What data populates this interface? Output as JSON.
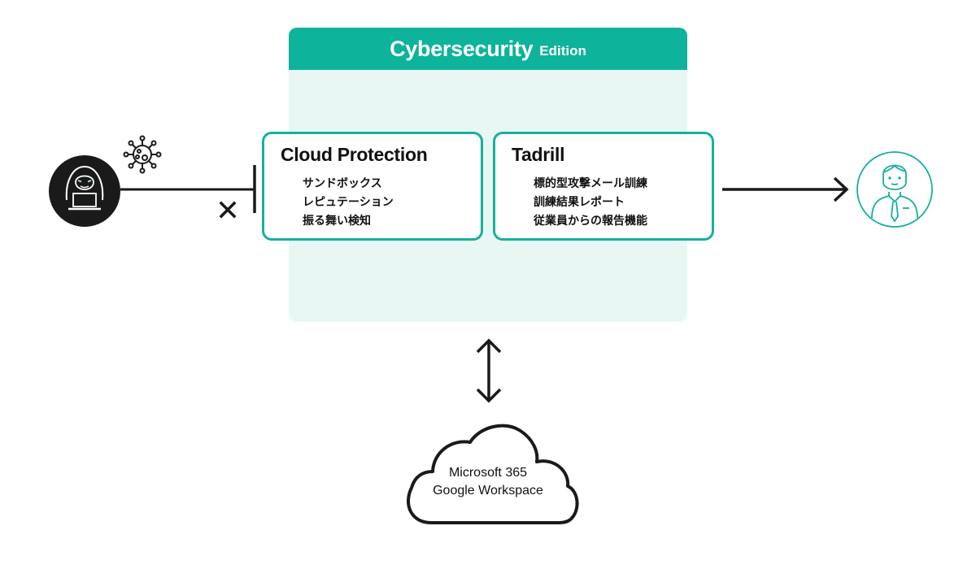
{
  "edition": {
    "title": "Cybersecurity",
    "subtitle": "Edition"
  },
  "products": [
    {
      "name": "Cloud Protection",
      "features": [
        "サンドボックス",
        "レピュテーション",
        "振る舞い検知"
      ]
    },
    {
      "name": "Tadrill",
      "features": [
        "標的型攻撃メール訓練",
        "訓練結果レポート",
        "従業員からの報告機能"
      ]
    }
  ],
  "cloud": {
    "line1": "Microsoft 365",
    "line2": "Google Workspace"
  },
  "icons": {
    "attacker": "hacker-icon",
    "threat": "virus-icon",
    "blocked": "x-mark-icon",
    "user": "employee-icon",
    "sync": "bidirectional-arrow-icon",
    "cloud": "cloud-icon"
  },
  "colors": {
    "accent": "#0db39b",
    "panel_bg": "#e8f7f4",
    "card_border": "#16b09c",
    "dark": "#1a1a1a"
  }
}
